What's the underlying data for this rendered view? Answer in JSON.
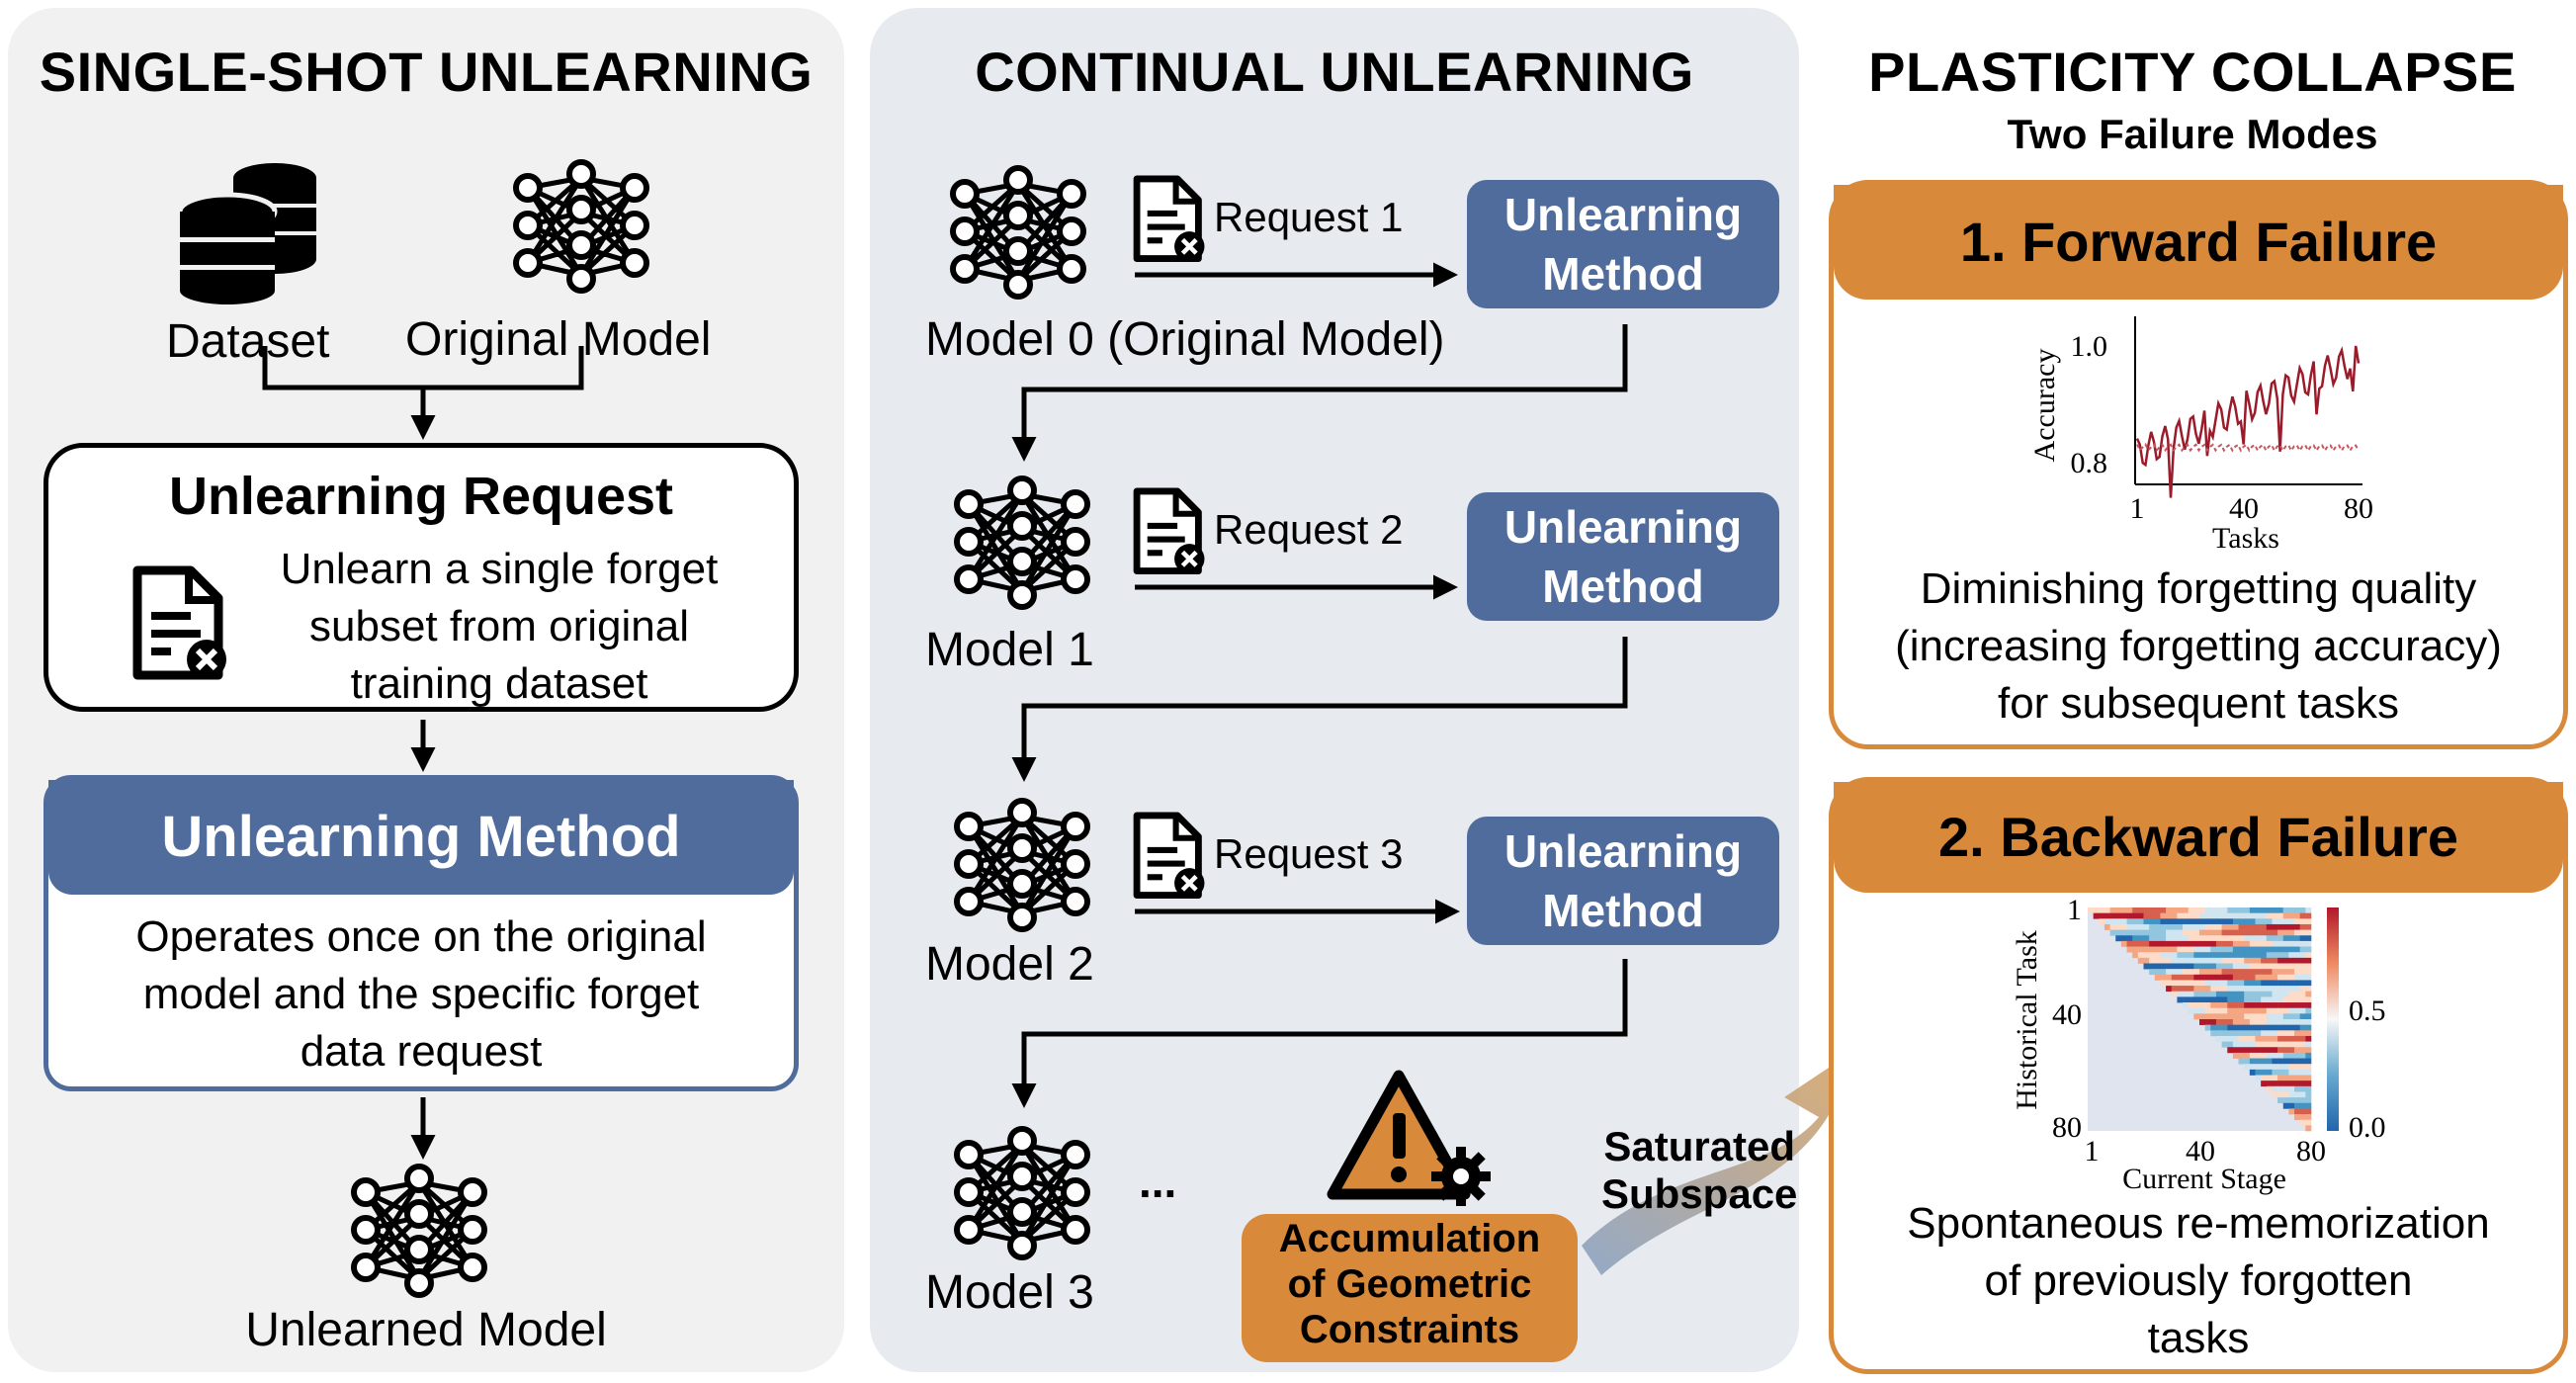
{
  "single_shot": {
    "title": "SINGLE-SHOT UNLEARNING",
    "dataset_label": "Dataset",
    "model_label": "Original Model",
    "request_title": "Unlearning Request",
    "request_body": [
      "Unlearn a single forget",
      "subset from original",
      "training dataset"
    ],
    "method_title": "Unlearning Method",
    "method_body": [
      "Operates once on the original",
      "model and the specific forget",
      "data request"
    ],
    "output_label": "Unlearned Model"
  },
  "continual": {
    "title": "CONTINUAL UNLEARNING",
    "method_label": [
      "Unlearning",
      "Method"
    ],
    "rows": [
      {
        "model": "Model 0 (Original Model)",
        "request": "Request 1"
      },
      {
        "model": "Model 1",
        "request": "Request 2"
      },
      {
        "model": "Model 2",
        "request": "Request 3"
      }
    ],
    "last_model": "Model 3",
    "ellipsis": "...",
    "warning": [
      "Accumulation",
      "of Geometric",
      "Constraints"
    ],
    "arrow_label": [
      "Saturated",
      "Subspace"
    ]
  },
  "collapse": {
    "title": "PLASTICITY COLLAPSE",
    "subtitle": "Two Failure Modes",
    "forward": {
      "title": "1. Forward Failure",
      "desc": [
        "Diminishing forgetting quality",
        "(increasing forgetting accuracy)",
        "for subsequent tasks"
      ]
    },
    "backward": {
      "title": "2. Backward Failure",
      "desc": [
        "Spontaneous re-memorization",
        "of previously forgotten",
        "tasks"
      ]
    }
  },
  "forward_chart": {
    "type": "line",
    "xlabel": "Tasks",
    "ylabel": "Accuracy",
    "xticks": [
      "1",
      "40",
      "80"
    ],
    "yticks": [
      "0.8",
      "1.0"
    ],
    "xlim": [
      1,
      80
    ],
    "ylim": [
      0.75,
      1.05
    ],
    "series_colors": [
      "#9b1b2a",
      "#c4575f"
    ]
  },
  "backward_chart": {
    "type": "heatmap",
    "xlabel": "Current Stage",
    "ylabel": "Historical Task",
    "xticks": [
      "1",
      "40",
      "80"
    ],
    "yticks": [
      "1",
      "40",
      "80"
    ],
    "colorbar_ticks": [
      "0.5",
      "0.0"
    ]
  },
  "colors": {
    "accent_blue": "#4f6c9c",
    "accent_orange": "#d8893a",
    "panel_gray": "#f1f1f1",
    "panel_blue": "#e7ebf0"
  }
}
